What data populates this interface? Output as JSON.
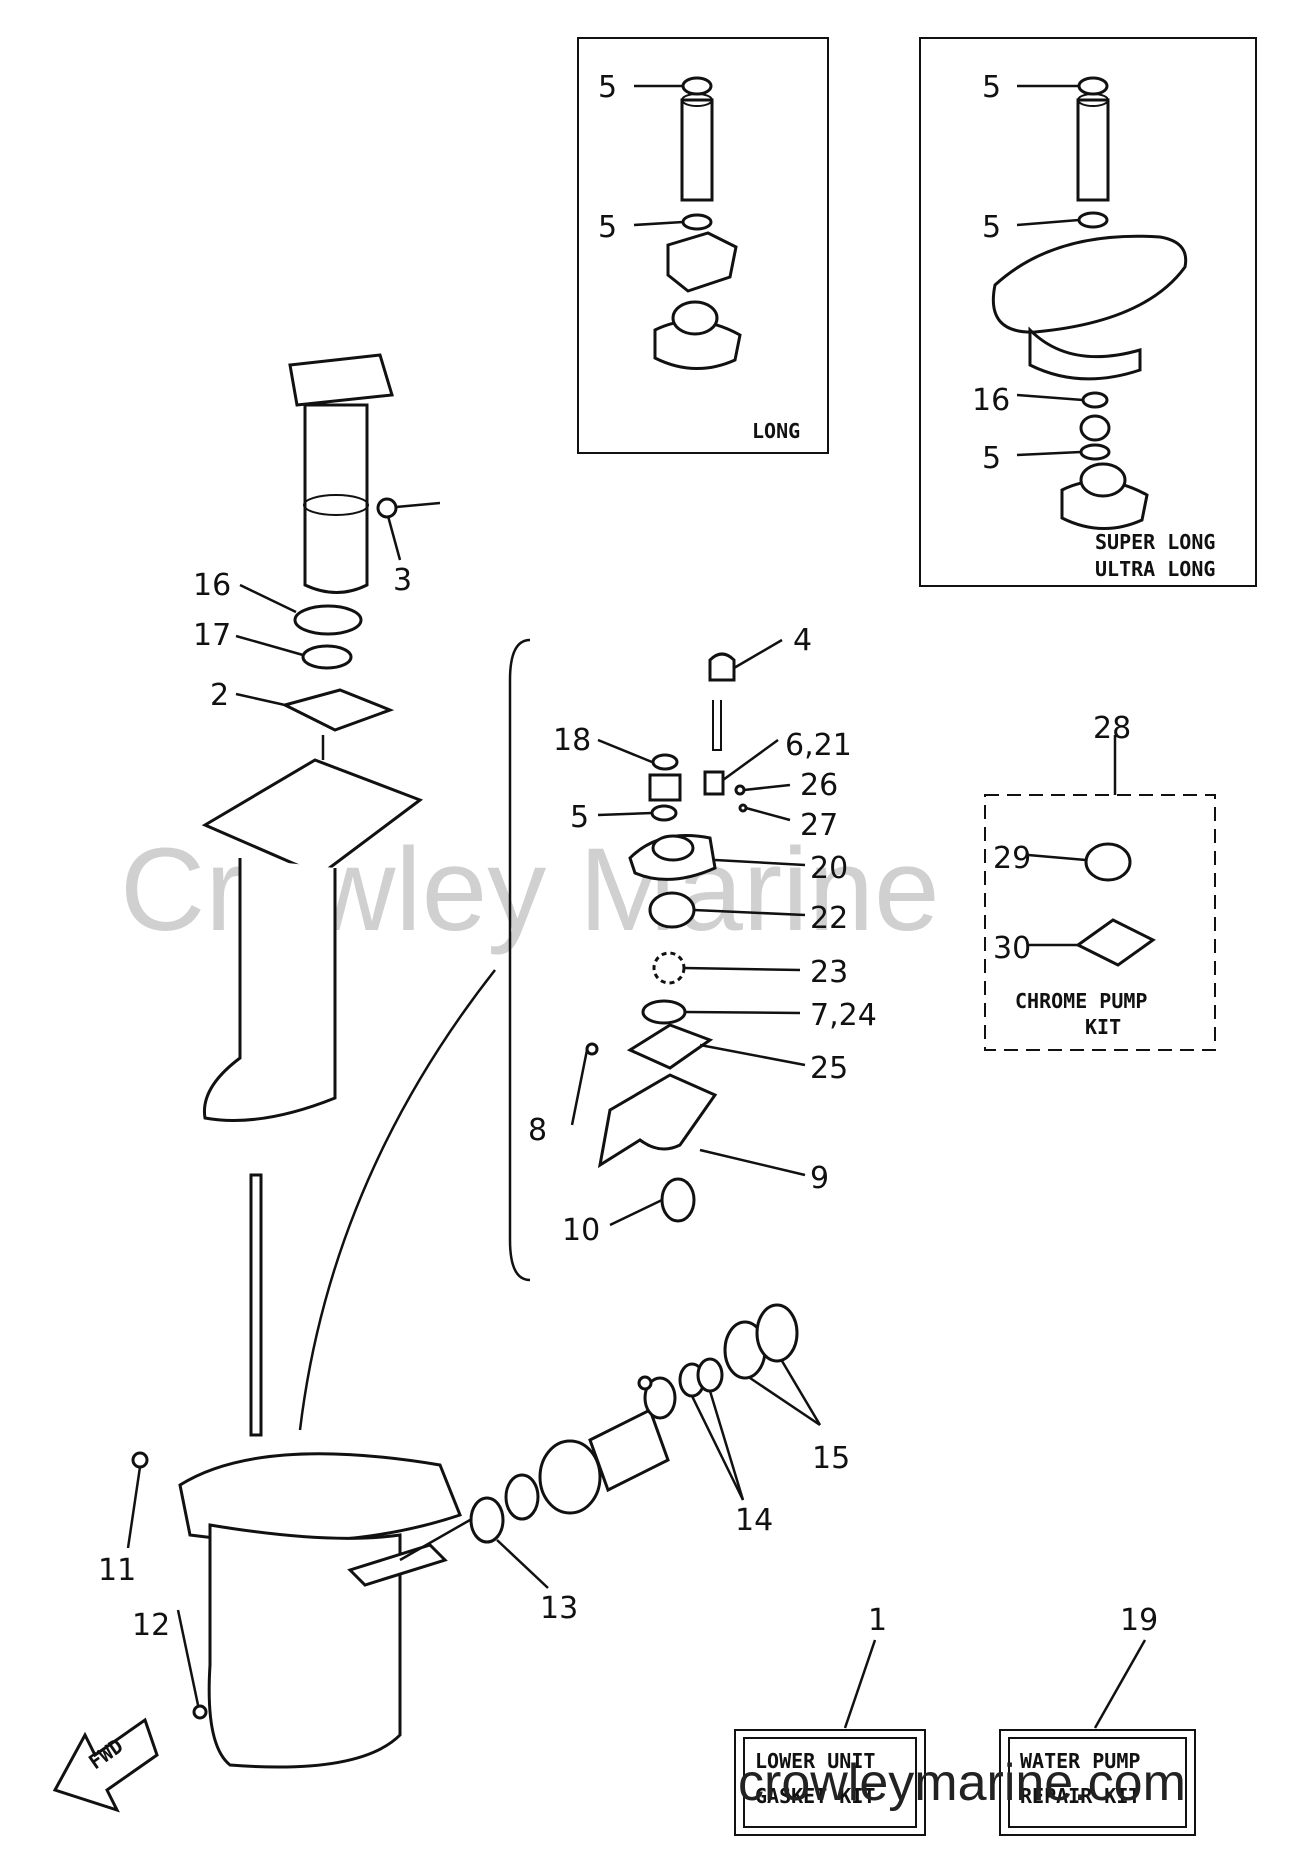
{
  "watermark": "Crowley Marine",
  "footer_url": "crowleymarine.com",
  "boxes": {
    "long": "LONG",
    "super_long": "SUPER LONG",
    "ultra_long": "ULTRA LONG",
    "chrome_line1": "CHROME PUMP",
    "chrome_line2": "KIT"
  },
  "kits": {
    "gasket_line1": "LOWER UNIT",
    "gasket_line2": "GASKET KIT",
    "pump_line1": "WATER PUMP",
    "pump_line2": "REPAIR KIT"
  },
  "fwd_label": "FWD",
  "callouts": {
    "c1": "1",
    "c2": "2",
    "c3": "3",
    "c4": "4",
    "c5a": "5",
    "c5b": "5",
    "c5c": "5",
    "c5d": "5",
    "c5e": "5",
    "c5f": "5",
    "c6_21": "6,21",
    "c7_24": "7,24",
    "c8": "8",
    "c9": "9",
    "c10": "10",
    "c11": "11",
    "c12": "12",
    "c13": "13",
    "c14": "14",
    "c15": "15",
    "c16a": "16",
    "c16b": "16",
    "c17": "17",
    "c18": "18",
    "c19": "19",
    "c20": "20",
    "c22": "22",
    "c23": "23",
    "c25": "25",
    "c26": "26",
    "c27": "27",
    "c28": "28",
    "c29": "29",
    "c30": "30"
  }
}
